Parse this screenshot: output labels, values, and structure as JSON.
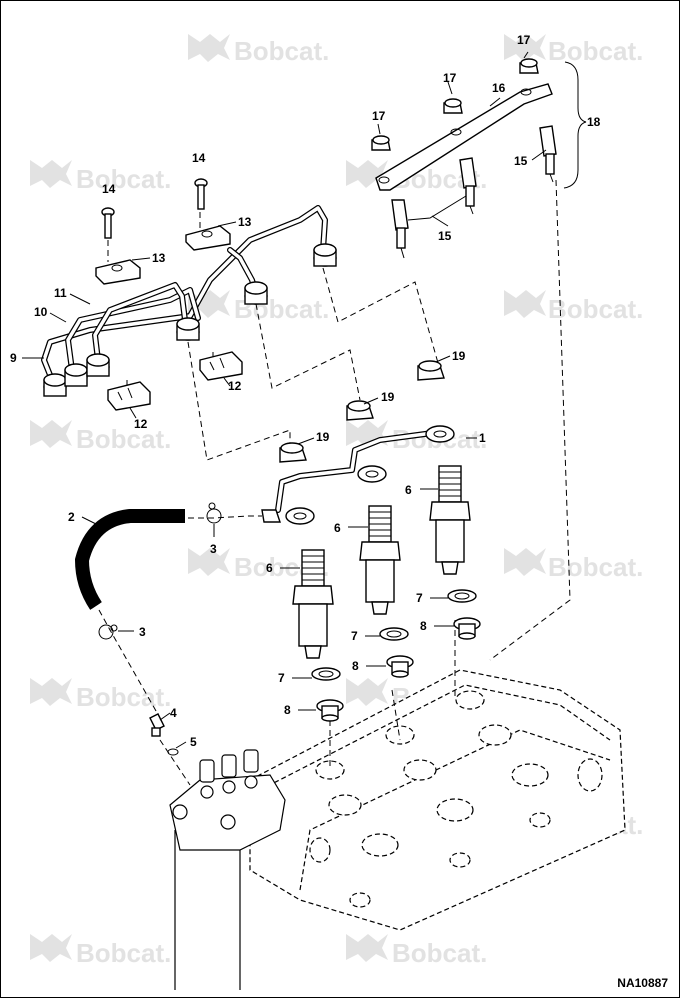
{
  "watermark": {
    "brand": "Bobcat."
  },
  "figure": {
    "id": "NA10887"
  },
  "callouts": {
    "c1": "1",
    "c2": "2",
    "c3a": "3",
    "c3b": "3",
    "c4": "4",
    "c5": "5",
    "c6a": "6",
    "c6b": "6",
    "c6c": "6",
    "c7a": "7",
    "c7b": "7",
    "c7c": "7",
    "c8a": "8",
    "c8b": "8",
    "c8c": "8",
    "c9": "9",
    "c10": "10",
    "c11": "11",
    "c12a": "12",
    "c12b": "12",
    "c13a": "13",
    "c13b": "13",
    "c14a": "14",
    "c14b": "14",
    "c15a": "15",
    "c15b": "15",
    "c16": "16",
    "c17a": "17",
    "c17b": "17",
    "c17c": "17",
    "c18": "18",
    "c19a": "19",
    "c19b": "19",
    "c19c": "19"
  },
  "colors": {
    "line": "#000000",
    "watermark": "#e2e2e2",
    "background": "#ffffff"
  }
}
